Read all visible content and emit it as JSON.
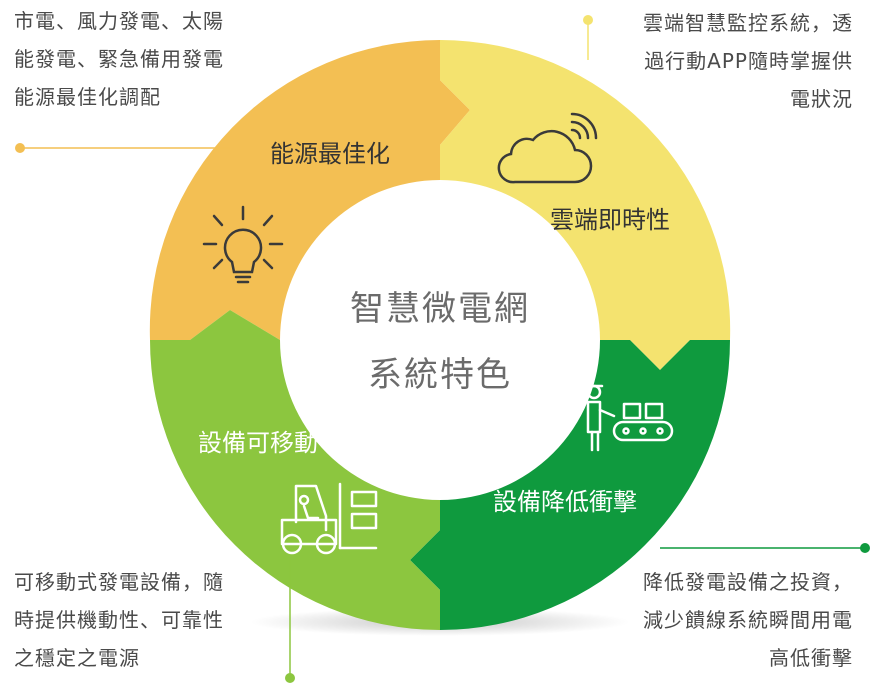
{
  "center": {
    "line1": "智慧微電網",
    "line2": "系統特色"
  },
  "segments": {
    "optimization": {
      "label": "能源最佳化",
      "color": "#f3bf53",
      "icon": "lightbulb-icon"
    },
    "cloud": {
      "label": "雲端即時性",
      "color": "#f4e36f",
      "icon": "cloud-signal-icon"
    },
    "impact": {
      "label": "設備降低衝擊",
      "color": "#0f9a3e",
      "icon": "worker-conveyor-icon"
    },
    "mobile": {
      "label": "設備可移動",
      "color": "#8cc63f",
      "icon": "forklift-icon"
    }
  },
  "callouts": {
    "top_left": {
      "lines": [
        "市電、風力發電、太陽",
        "能發電、緊急備用發電",
        "能源最佳化調配"
      ],
      "dot_color": "#f3bf53"
    },
    "top_right": {
      "lines": [
        "雲端智慧監控系統，透",
        "過行動APP隨時掌握供",
        "電狀況"
      ],
      "dot_color": "#f4e36f"
    },
    "bottom_left": {
      "lines": [
        "可移動式發電設備，隨",
        "時提供機動性、可靠性",
        "之穩定之電源"
      ],
      "dot_color": "#8cc63f"
    },
    "bottom_right": {
      "lines": [
        "降低發電設備之投資，",
        "減少饋線系統瞬間用電",
        "高低衝擊"
      ],
      "dot_color": "#0f9a3e"
    }
  }
}
